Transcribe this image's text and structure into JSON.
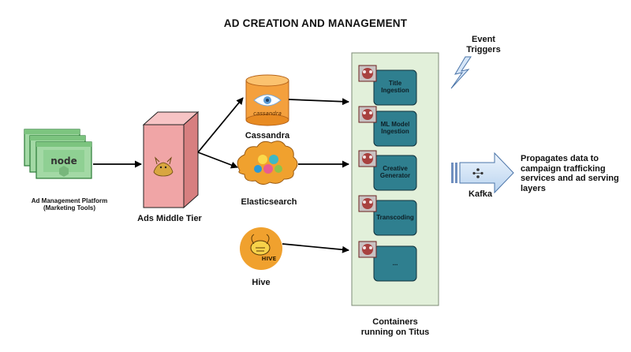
{
  "title": "AD CREATION AND MANAGEMENT",
  "nodes": {
    "ad_platform": {
      "label": "Ad Management Platform\n(Marketing Tools)",
      "logo_text": "node",
      "icon": "nodejs-logo"
    },
    "middle_tier": {
      "label": "Ads Middle Tier",
      "icon": "tomcat-logo"
    },
    "cassandra": {
      "label": "Cassandra",
      "logo_text": "cassandra",
      "icon": "cassandra-logo"
    },
    "elasticsearch": {
      "label": "Elasticsearch",
      "icon": "elasticsearch-logo"
    },
    "hive": {
      "label": "Hive",
      "logo_text": "HIVE",
      "icon": "hive-logo"
    },
    "containers": {
      "label": "Containers\nrunning on Titus",
      "items": [
        {
          "label": "Title\nIngestion"
        },
        {
          "label": "ML Model\nIngestion"
        },
        {
          "label": "Creative\nGenerator"
        },
        {
          "label": "Transcoding"
        },
        {
          "label": "..."
        }
      ]
    },
    "event_triggers": {
      "label": "Event\nTriggers",
      "icon": "lightning-icon"
    },
    "kafka": {
      "label": "Kafka",
      "icon": "kafka-logo"
    },
    "output": {
      "label": "Propagates data to\ncampaign trafficking\nservices and ad serving\nlayers"
    }
  },
  "colors": {
    "nodejs_green": "#a3d9a5",
    "middle_tier_red": "#f0a5a6",
    "container_green": "#e2f0da",
    "container_box": "#2f7f8f",
    "cassandra_orange": "#f4a03d",
    "hive_orange": "#f0a12e",
    "elastic_yellow": "#fbd94a",
    "kafka_arrow": "#d6e6f8"
  }
}
